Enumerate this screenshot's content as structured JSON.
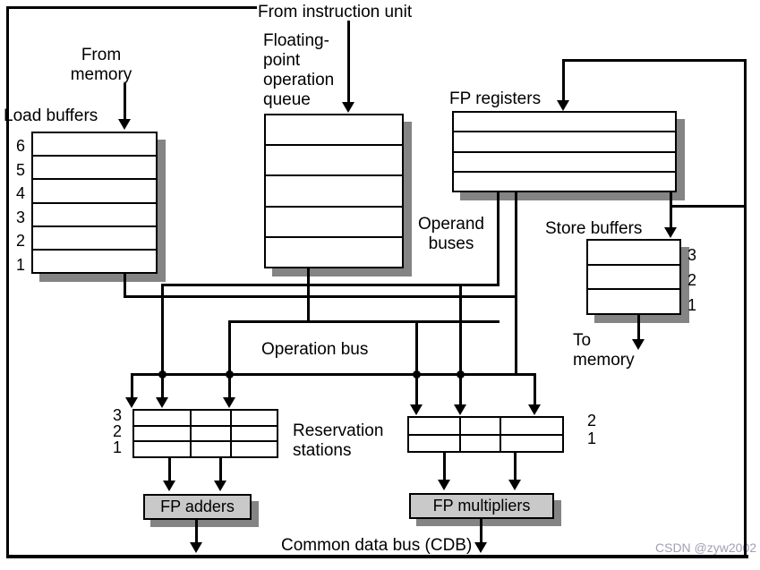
{
  "labels": {
    "from_memory": "From\nmemory",
    "from_instruction_unit": "From instruction unit",
    "fp_op_queue": "Floating-\npoint\noperation\nqueue",
    "fp_registers": "FP registers",
    "load_buffers": "Load buffers",
    "store_buffers": "Store buffers",
    "operand_buses": "Operand\nbuses",
    "operation_bus": "Operation bus",
    "reservation_stations": "Reservation\nstations",
    "to_memory": "To\nmemory",
    "fp_adders": "FP adders",
    "fp_multipliers": "FP multipliers",
    "common_data_bus": "Common data bus (CDB)",
    "watermark": "CSDN @zyw2002"
  },
  "load_buffers": {
    "slots": [
      "6",
      "5",
      "4",
      "3",
      "2",
      "1"
    ]
  },
  "store_buffers": {
    "slots": [
      "3",
      "2",
      "1"
    ]
  },
  "reservation_stations": {
    "adder": {
      "slots": [
        "3",
        "2",
        "1"
      ]
    },
    "multiplier": {
      "slots": [
        "2",
        "1"
      ]
    }
  },
  "colors": {
    "background": "#ffffff",
    "line": "#000000",
    "box_fill": "#ffffff",
    "unit_fill": "#c9c9c9",
    "shadow": "#848484",
    "watermark": "#9fa0b5"
  }
}
